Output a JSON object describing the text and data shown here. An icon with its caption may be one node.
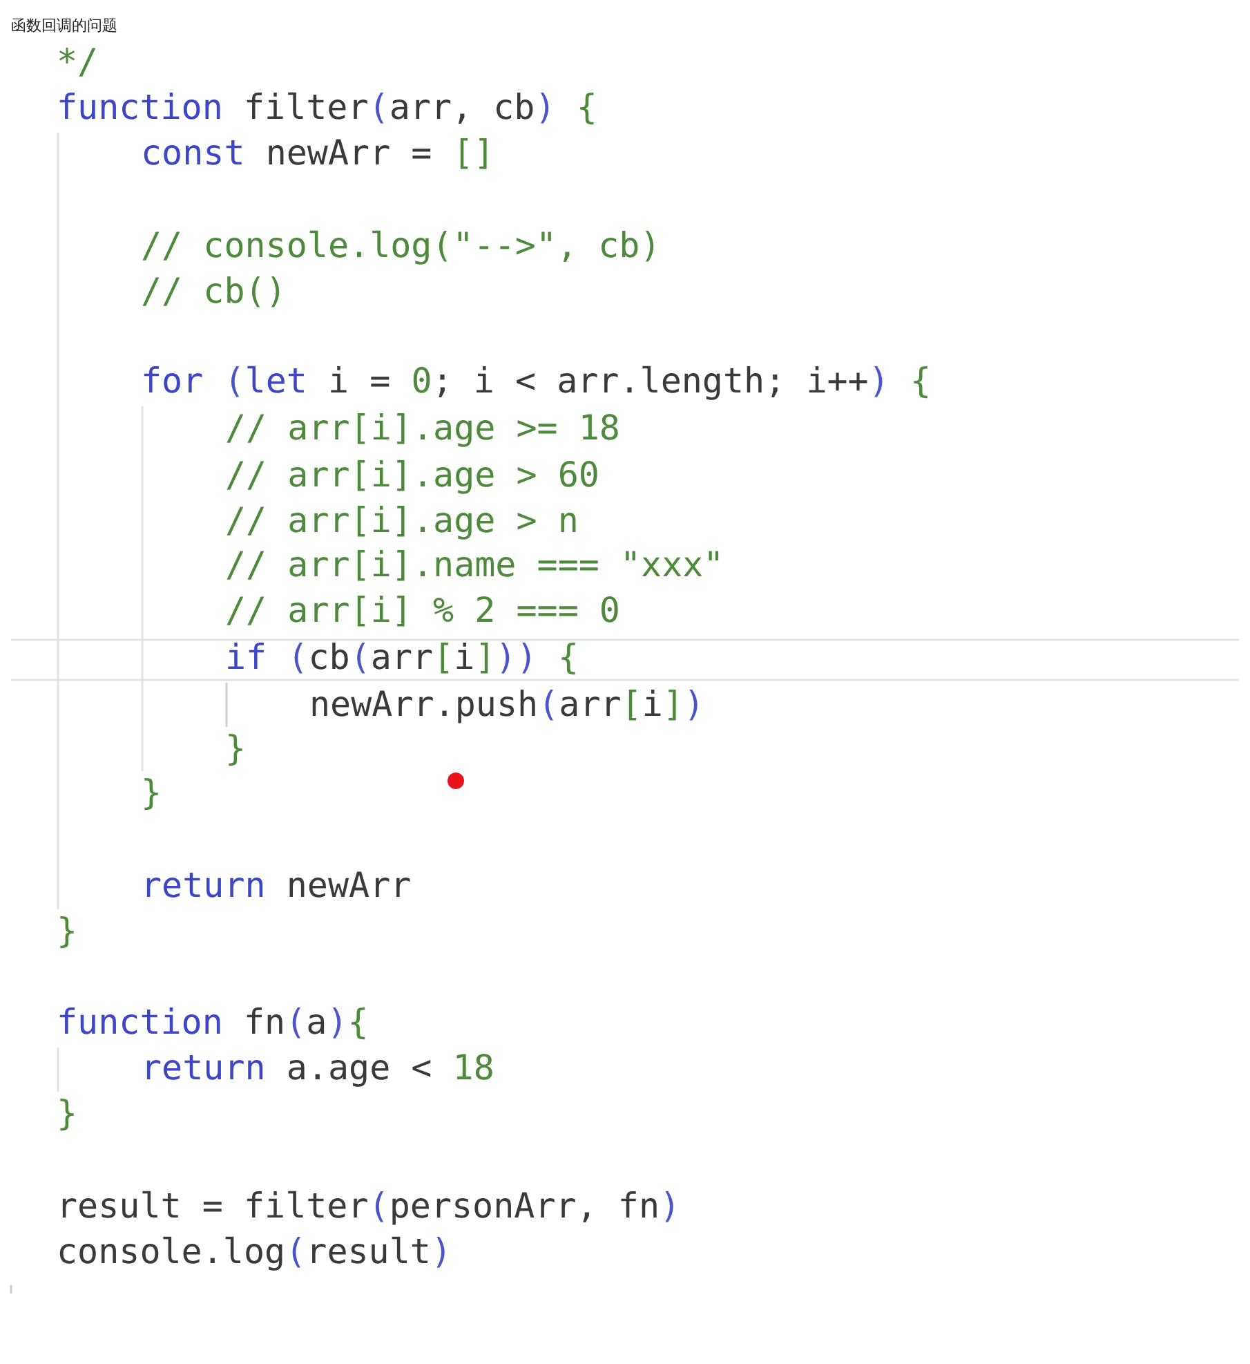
{
  "diagram": {
    "title": "函数回调的问题",
    "labels": [
      "*/",
      "function filter(arr, cb) {",
      "const newArr = []",
      "// console.log(\"-->\", cb)",
      "// cb()",
      "for (let i = 0; i < arr.length; i++) {",
      "// arr[i].age >= 18",
      "// arr[i].age > 60",
      "// arr[i].age > n",
      "// arr[i].name === \"xxx\"",
      "// arr[i] % 2 === 0",
      "if (cb(arr[i])) {",
      "newArr.push(arr[i])",
      "}",
      "}",
      "return newArr",
      "}",
      "function fn(a){",
      "return a.age < 18",
      "}",
      "result = filter(personArr, fn)",
      "console.log(result)"
    ]
  }
}
